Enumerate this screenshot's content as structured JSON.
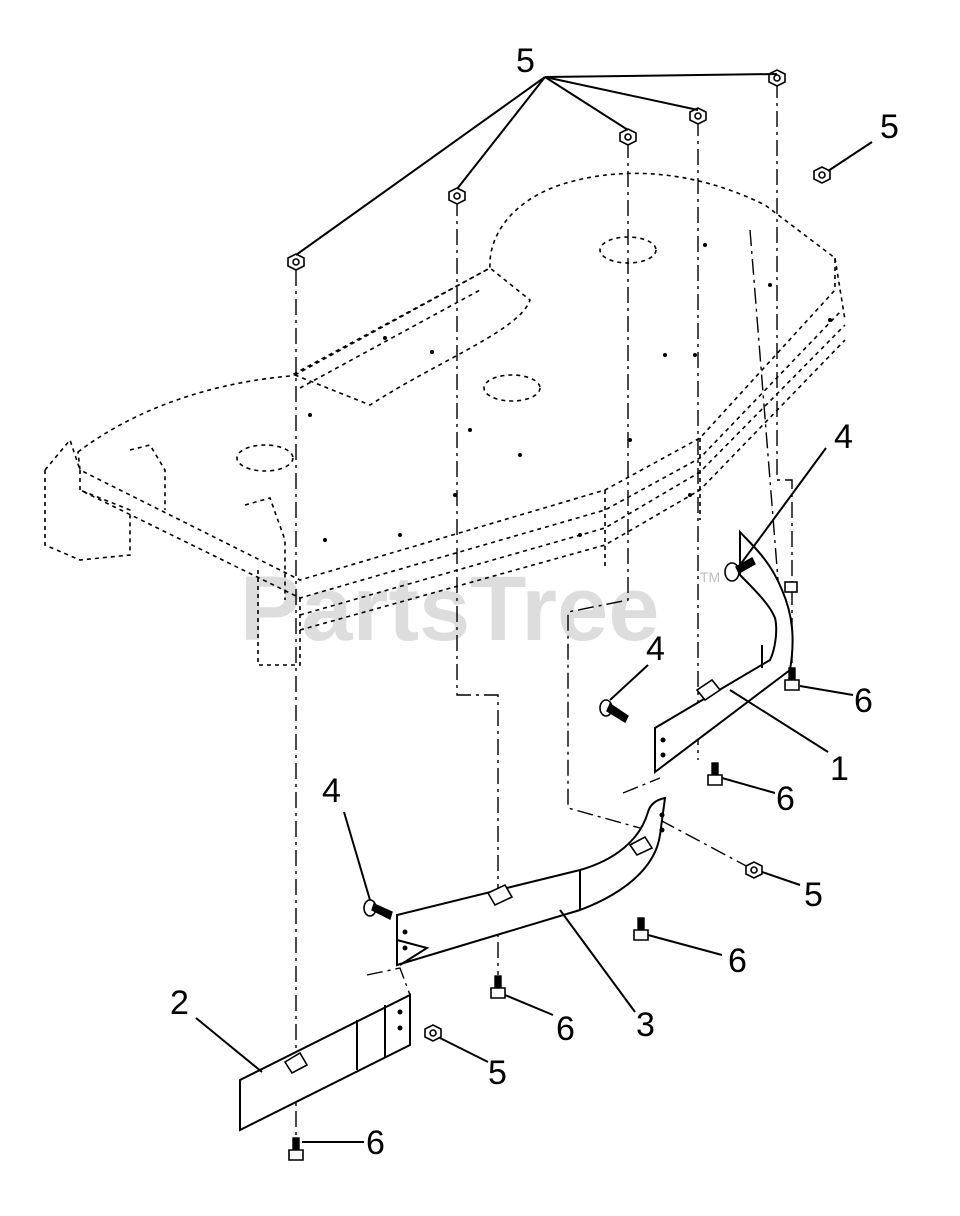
{
  "diagram": {
    "watermark": "PartsTree",
    "watermark_tm": "TM",
    "callouts": {
      "nuts_top": "5",
      "nut_right": "5",
      "bolt_1": "4",
      "bolt_2": "4",
      "bolt_3": "4",
      "screw_1": "6",
      "screw_2": "6",
      "screw_3": "6",
      "screw_4": "6",
      "screw_5": "6",
      "baffle_1": "1",
      "baffle_2": "2",
      "baffle_3": "3",
      "nut_mid": "5",
      "nut_low": "5"
    }
  }
}
